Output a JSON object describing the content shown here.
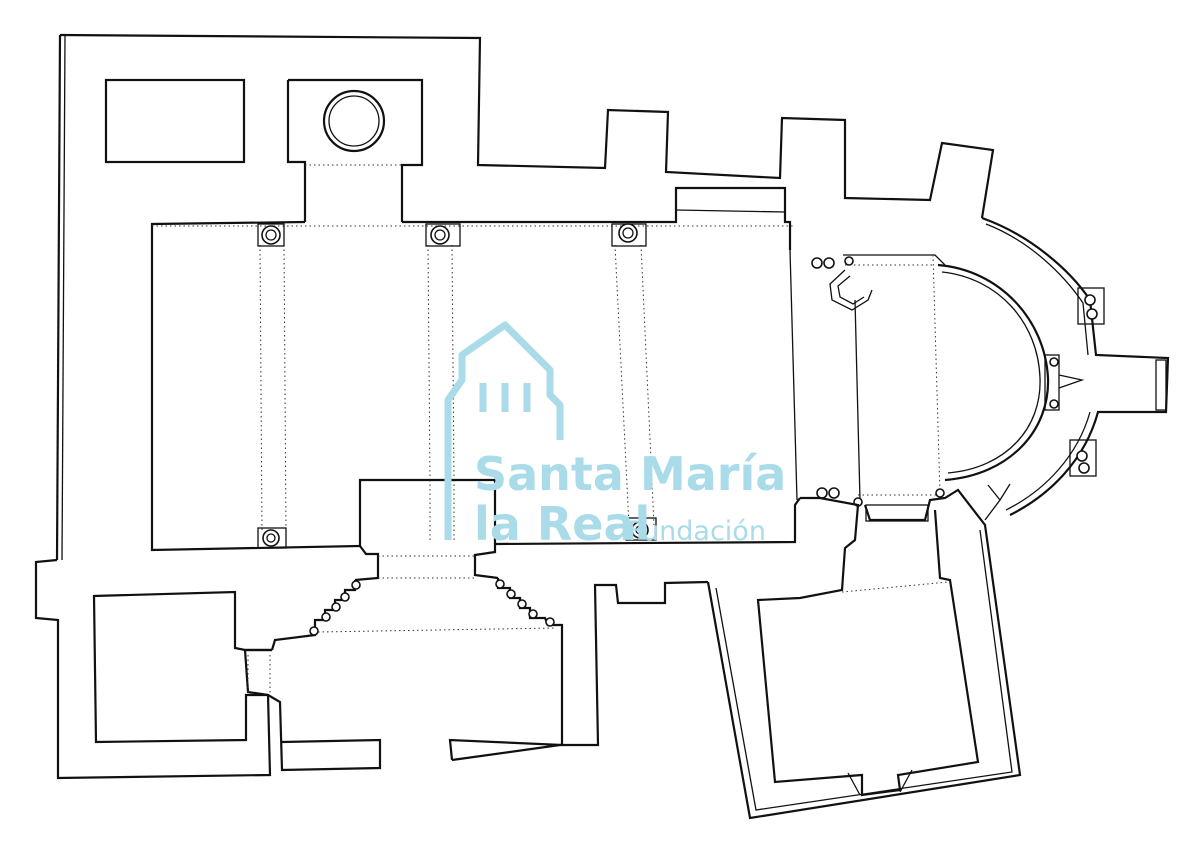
{
  "watermark": {
    "line1": "Santa María",
    "line2": "la Real",
    "line3": "Fundación",
    "color": "#a9dbe8"
  },
  "plan": {
    "line_color": "#111111",
    "background": "#ffffff"
  }
}
